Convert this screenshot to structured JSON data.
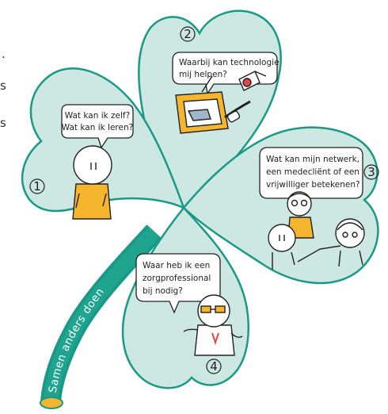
{
  "leaves": [
    {
      "number": "1",
      "bubble": [
        "Wat kan ik zelf?",
        "Wat kan ik leren?"
      ]
    },
    {
      "number": "2",
      "bubble": [
        "Waarbij kan technologie",
        "mij helpen?"
      ]
    },
    {
      "number": "3",
      "bubble": [
        "Wat kan mijn netwerk,",
        "een medecliënt of een",
        "vrijwilliger betekenen?"
      ]
    },
    {
      "number": "4",
      "bubble": [
        "Waar heb ik een",
        "zorgprofessional",
        "bij nodig?"
      ]
    }
  ],
  "stem_label": "Samen anders doen",
  "colors": {
    "leaf_fill": "#cde8e2",
    "leaf_outline": "#1a9a86",
    "stem": "#1a9a86",
    "stem_tip": "#f5b52e",
    "accent": "#f5b52e"
  }
}
